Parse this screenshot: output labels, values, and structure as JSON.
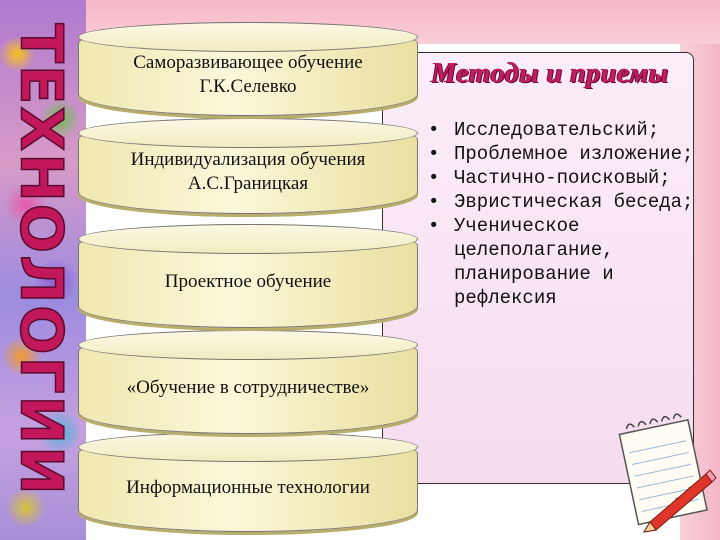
{
  "sidebar": {
    "vertical_title": "ТЕХНОЛОГИИ"
  },
  "technologies": [
    {
      "line1": "Саморазвивающее обучение",
      "line2": "Г.К.Селевко"
    },
    {
      "line1": "Индивидуализация обучения",
      "line2": "А.С.Границкая"
    },
    {
      "line1": "Проектное обучение",
      "line2": ""
    },
    {
      "line1": "«Обучение в сотрудничестве»",
      "line2": ""
    },
    {
      "line1": "Информационные технологии",
      "line2": ""
    }
  ],
  "methods": {
    "title": "Методы и приемы",
    "items": [
      "Исследовательский;",
      "Проблемное изложение;",
      "Частично-поисковый;",
      "Эвристическая беседа;",
      "Ученическое целеполагание, планирование и рефлексия"
    ]
  },
  "colors": {
    "accent": "#c2185b",
    "cylinder": "#f3edc4",
    "panel": "#f8e3f2",
    "top_bar": "#f6b7c6"
  },
  "icons": [
    "notepad-icon",
    "pencil-icon"
  ]
}
